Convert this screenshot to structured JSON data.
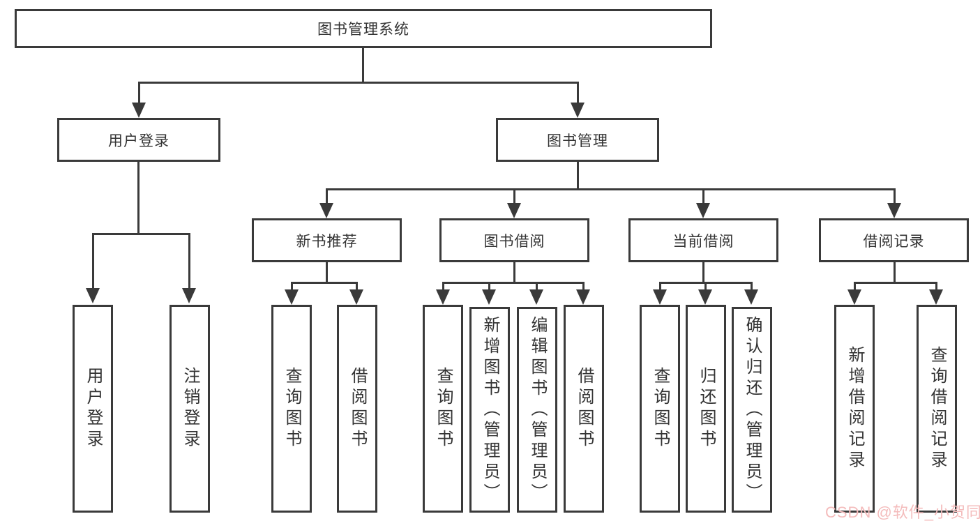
{
  "diagram_title": "图书管理系统",
  "nodes": {
    "root": "图书管理系统",
    "user_login": "用户登录",
    "book_mgmt": "图书管理",
    "new_book": "新书推荐",
    "book_borrow": "图书借阅",
    "current_borrow": "当前借阅",
    "borrow_record": "借阅记录",
    "leaf_user_login": "用户登录",
    "leaf_logout": "注销登录",
    "leaf_nb_query": "查询图书",
    "leaf_nb_borrow": "借阅图书",
    "leaf_bb_query": "查询图书",
    "leaf_bb_add": "新增图书（管理员）",
    "leaf_bb_edit": "编辑图书（管理员）",
    "leaf_bb_borrow": "借阅图书",
    "leaf_cb_query": "查询图书",
    "leaf_cb_return": "归还图书",
    "leaf_cb_confirm": "确认归还（管理员）",
    "leaf_rec_add": "新增借阅记录",
    "leaf_rec_query": "查询借阅记录"
  },
  "hierarchy": {
    "root": "图书管理系统",
    "children": [
      {
        "label": "用户登录",
        "children": [
          "用户登录",
          "注销登录"
        ]
      },
      {
        "label": "图书管理",
        "children": [
          {
            "label": "新书推荐",
            "children": [
              "查询图书",
              "借阅图书"
            ]
          },
          {
            "label": "图书借阅",
            "children": [
              "查询图书",
              "新增图书（管理员）",
              "编辑图书（管理员）",
              "借阅图书"
            ]
          },
          {
            "label": "当前借阅",
            "children": [
              "查询图书",
              "归还图书",
              "确认归还（管理员）"
            ]
          },
          {
            "label": "借阅记录",
            "children": [
              "新增借阅记录",
              "查询借阅记录"
            ]
          }
        ]
      }
    ]
  },
  "watermark": "CSDN @软件_小贺同学",
  "colors": {
    "line": "#3a3a3a",
    "text": "#333333",
    "watermark_pink": "#f4bcbc",
    "background": "#ffffff"
  }
}
